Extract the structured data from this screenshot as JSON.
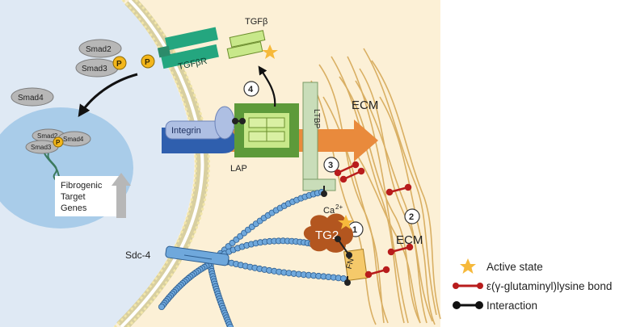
{
  "diagram": {
    "labels": {
      "smad2": "Smad2",
      "smad3": "Smad3",
      "smad4": "Smad4",
      "nucleus_smad2": "Smad2",
      "nucleus_smad3": "Smad3",
      "nucleus_smad4": "Smad4",
      "phospho": "P",
      "receptor": "TGFβR",
      "tgfb": "TGFβ",
      "integrin": "Integrin",
      "lap": "LAP",
      "ltbp": "LTBP",
      "ecm_top": "ECM",
      "ecm_right": "ECM",
      "tg2": "TG2",
      "calcium": "Ca",
      "calcium_charge": "2+",
      "fn": "FN",
      "sdc4": "Sdc-4",
      "genes_line1": "Fibrogenic",
      "genes_line2": "Target",
      "genes_line3": "Genes",
      "step1": "1",
      "step2": "2",
      "step3": "3",
      "step4": "4"
    },
    "legend": [
      {
        "symbol": "star-icon",
        "label": "Active state"
      },
      {
        "symbol": "isopeptide-bond-icon",
        "label": "ε(γ-glutaminyl)lysine bond"
      },
      {
        "symbol": "interaction-icon",
        "label": "Interaction"
      }
    ],
    "colors": {
      "extracellular": "#fcf0d6",
      "cytoplasm": "#dfe9f4",
      "nucleus": "#a9cce9",
      "receptor": "#24a67f",
      "tgfb": "#c8e88a",
      "lap": "#5d9a3a",
      "ltbp": "#c9ddb9",
      "integrin": "#2f5fae",
      "tg2": "#b3561f",
      "fn": "#f5c96a",
      "crosslink": "#b81c1c",
      "beads": "#6fa8dc",
      "orange_arrow": "#e98a3c",
      "active_star": "#f6b93b",
      "phospho": "#f3b61b"
    }
  }
}
